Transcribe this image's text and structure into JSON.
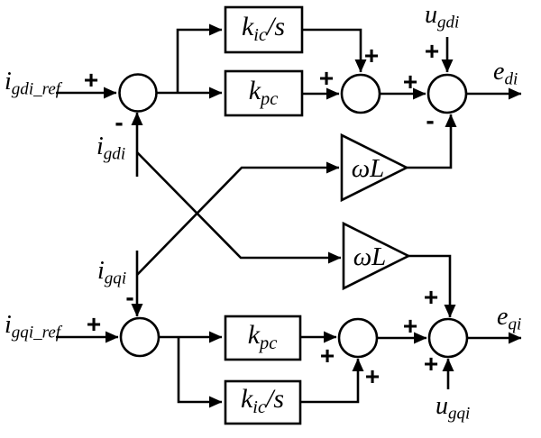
{
  "figure": {
    "type": "control-block-diagram",
    "description_title": "dq-axis current PI control with omega-L decoupling",
    "colors": {
      "background": "#ffffff",
      "ink": "#000000"
    }
  },
  "labels": {
    "igdi_ref": {
      "pre": "i",
      "sub": "gdi_ref"
    },
    "igqi_ref": {
      "pre": "i",
      "sub": "gqi_ref"
    },
    "igdi": {
      "pre": "i",
      "sub": "gdi"
    },
    "igqi": {
      "pre": "i",
      "sub": "gqi"
    },
    "ugdi": {
      "pre": "u",
      "sub": "gdi"
    },
    "ugqi": {
      "pre": "u",
      "sub": "gqi"
    },
    "edi": {
      "pre": "e",
      "sub": "di"
    },
    "eqi": {
      "pre": "e",
      "sub": "qi"
    },
    "ki_d": {
      "pre": "k",
      "sub": "ic",
      "post": "/s"
    },
    "kp_d": {
      "pre": "k",
      "sub": "pc",
      "post": ""
    },
    "kp_q": {
      "pre": "k",
      "sub": "pc",
      "post": ""
    },
    "ki_q": {
      "pre": "k",
      "sub": "ic",
      "post": "/s"
    },
    "wl_d": {
      "pre": "ωL"
    },
    "wl_q": {
      "pre": "ωL"
    }
  },
  "signs": {
    "d_ref": "+",
    "d_fb": "-",
    "d_ki": "+",
    "d_kp": "+",
    "d_pi": "+",
    "d_ff": "+",
    "d_wl": "-",
    "q_ref": "+",
    "q_fb": "-",
    "q_kp": "+",
    "q_ki": "+",
    "q_pi": "+",
    "q_wl": "+",
    "q_ff": "+"
  }
}
